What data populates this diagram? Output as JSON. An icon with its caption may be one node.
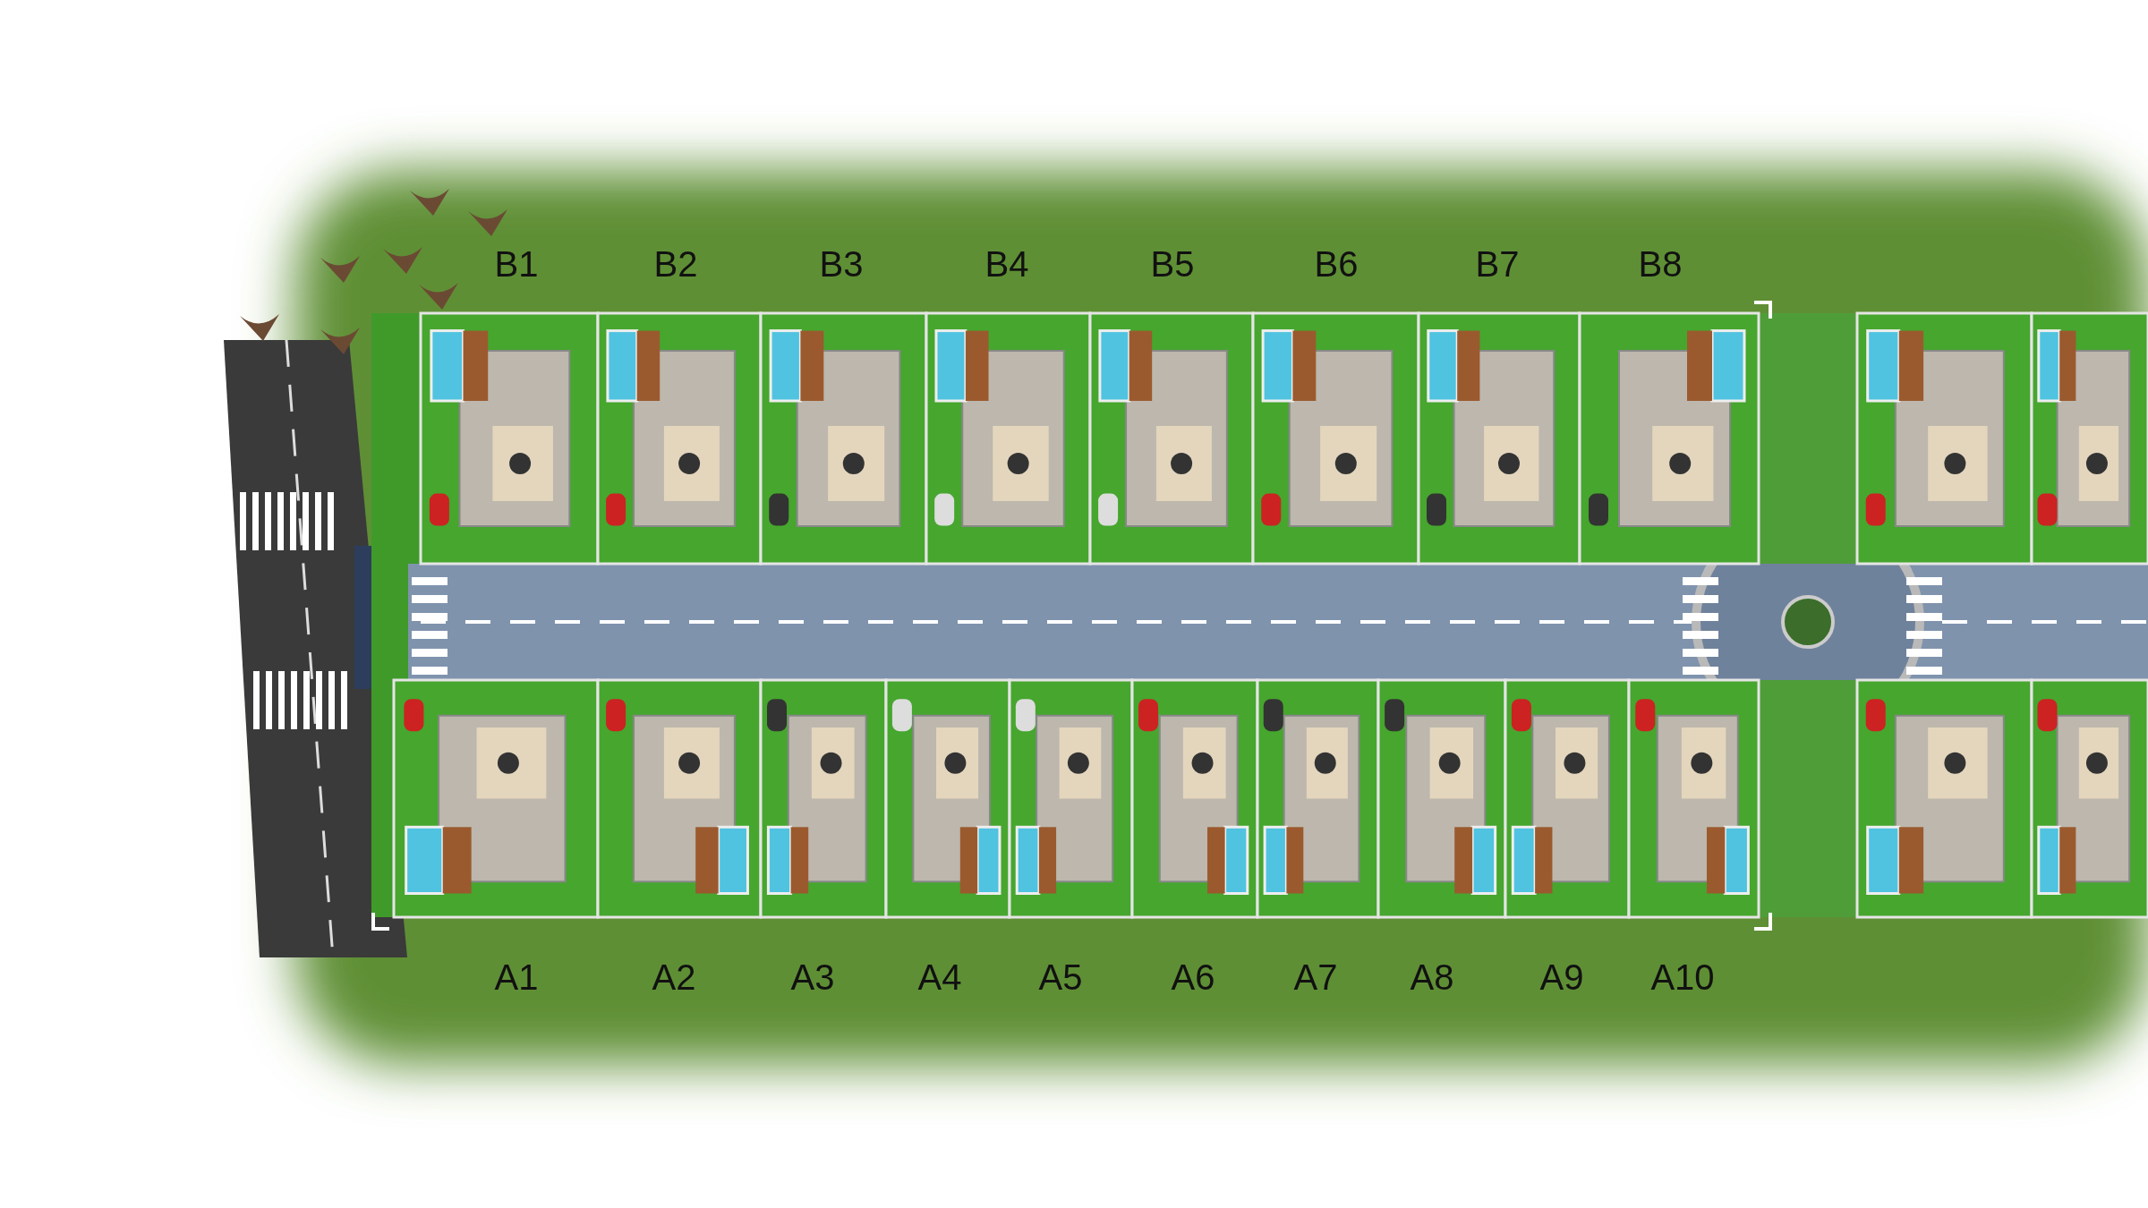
{
  "diagram": {
    "labels": [
      "B1",
      "B2",
      "B3",
      "B4",
      "B5",
      "B6",
      "B7",
      "B8",
      "A1",
      "A2",
      "A3",
      "A4",
      "A5",
      "A6",
      "A7",
      "A8",
      "A9",
      "A10"
    ]
  }
}
